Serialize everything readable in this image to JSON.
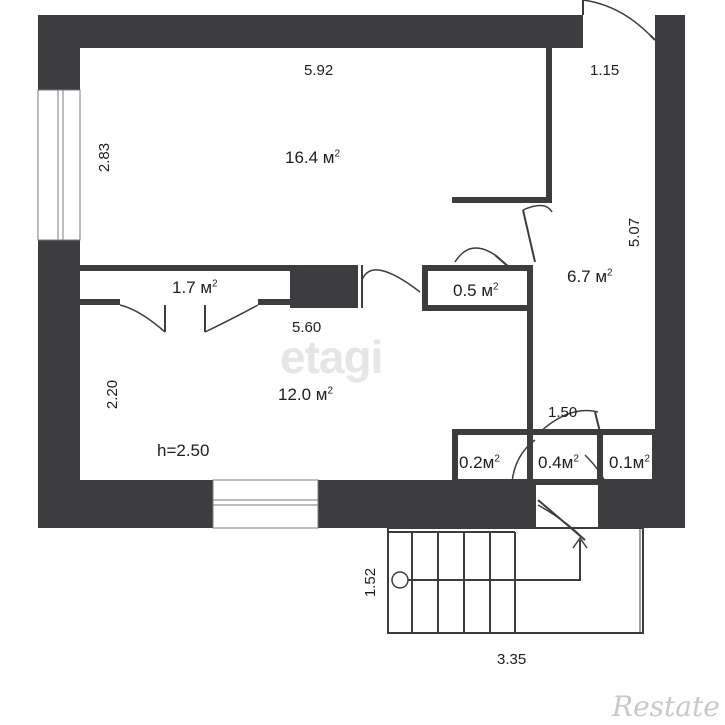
{
  "watermark": "etagi",
  "corner_logo": "Restate",
  "dimensions": {
    "room_top_width": "5.92",
    "room_top_height": "2.83",
    "corridor_top": "1.15",
    "corridor_height": "5.07",
    "room_bottom_width": "5.60",
    "room_bottom_height": "2.20",
    "closets_width": "1.50",
    "porch_height": "1.52",
    "porch_width": "3.35"
  },
  "areas": {
    "room_top": {
      "value": "16.4 м",
      "exp": "2"
    },
    "hall": {
      "value": "6.7 м",
      "exp": "2"
    },
    "pantry": {
      "value": "1.7 м",
      "exp": "2"
    },
    "closet": {
      "value": "0.5 м",
      "exp": "2"
    },
    "room_bottom": {
      "value": "12.0 м",
      "exp": "2"
    },
    "wc_left": {
      "value": "0.2м",
      "exp": "2"
    },
    "wc_mid": {
      "value": "0.4м",
      "exp": "2"
    },
    "wc_right": {
      "value": "0.1м",
      "exp": "2"
    }
  },
  "ceiling_height": "h=2.50"
}
